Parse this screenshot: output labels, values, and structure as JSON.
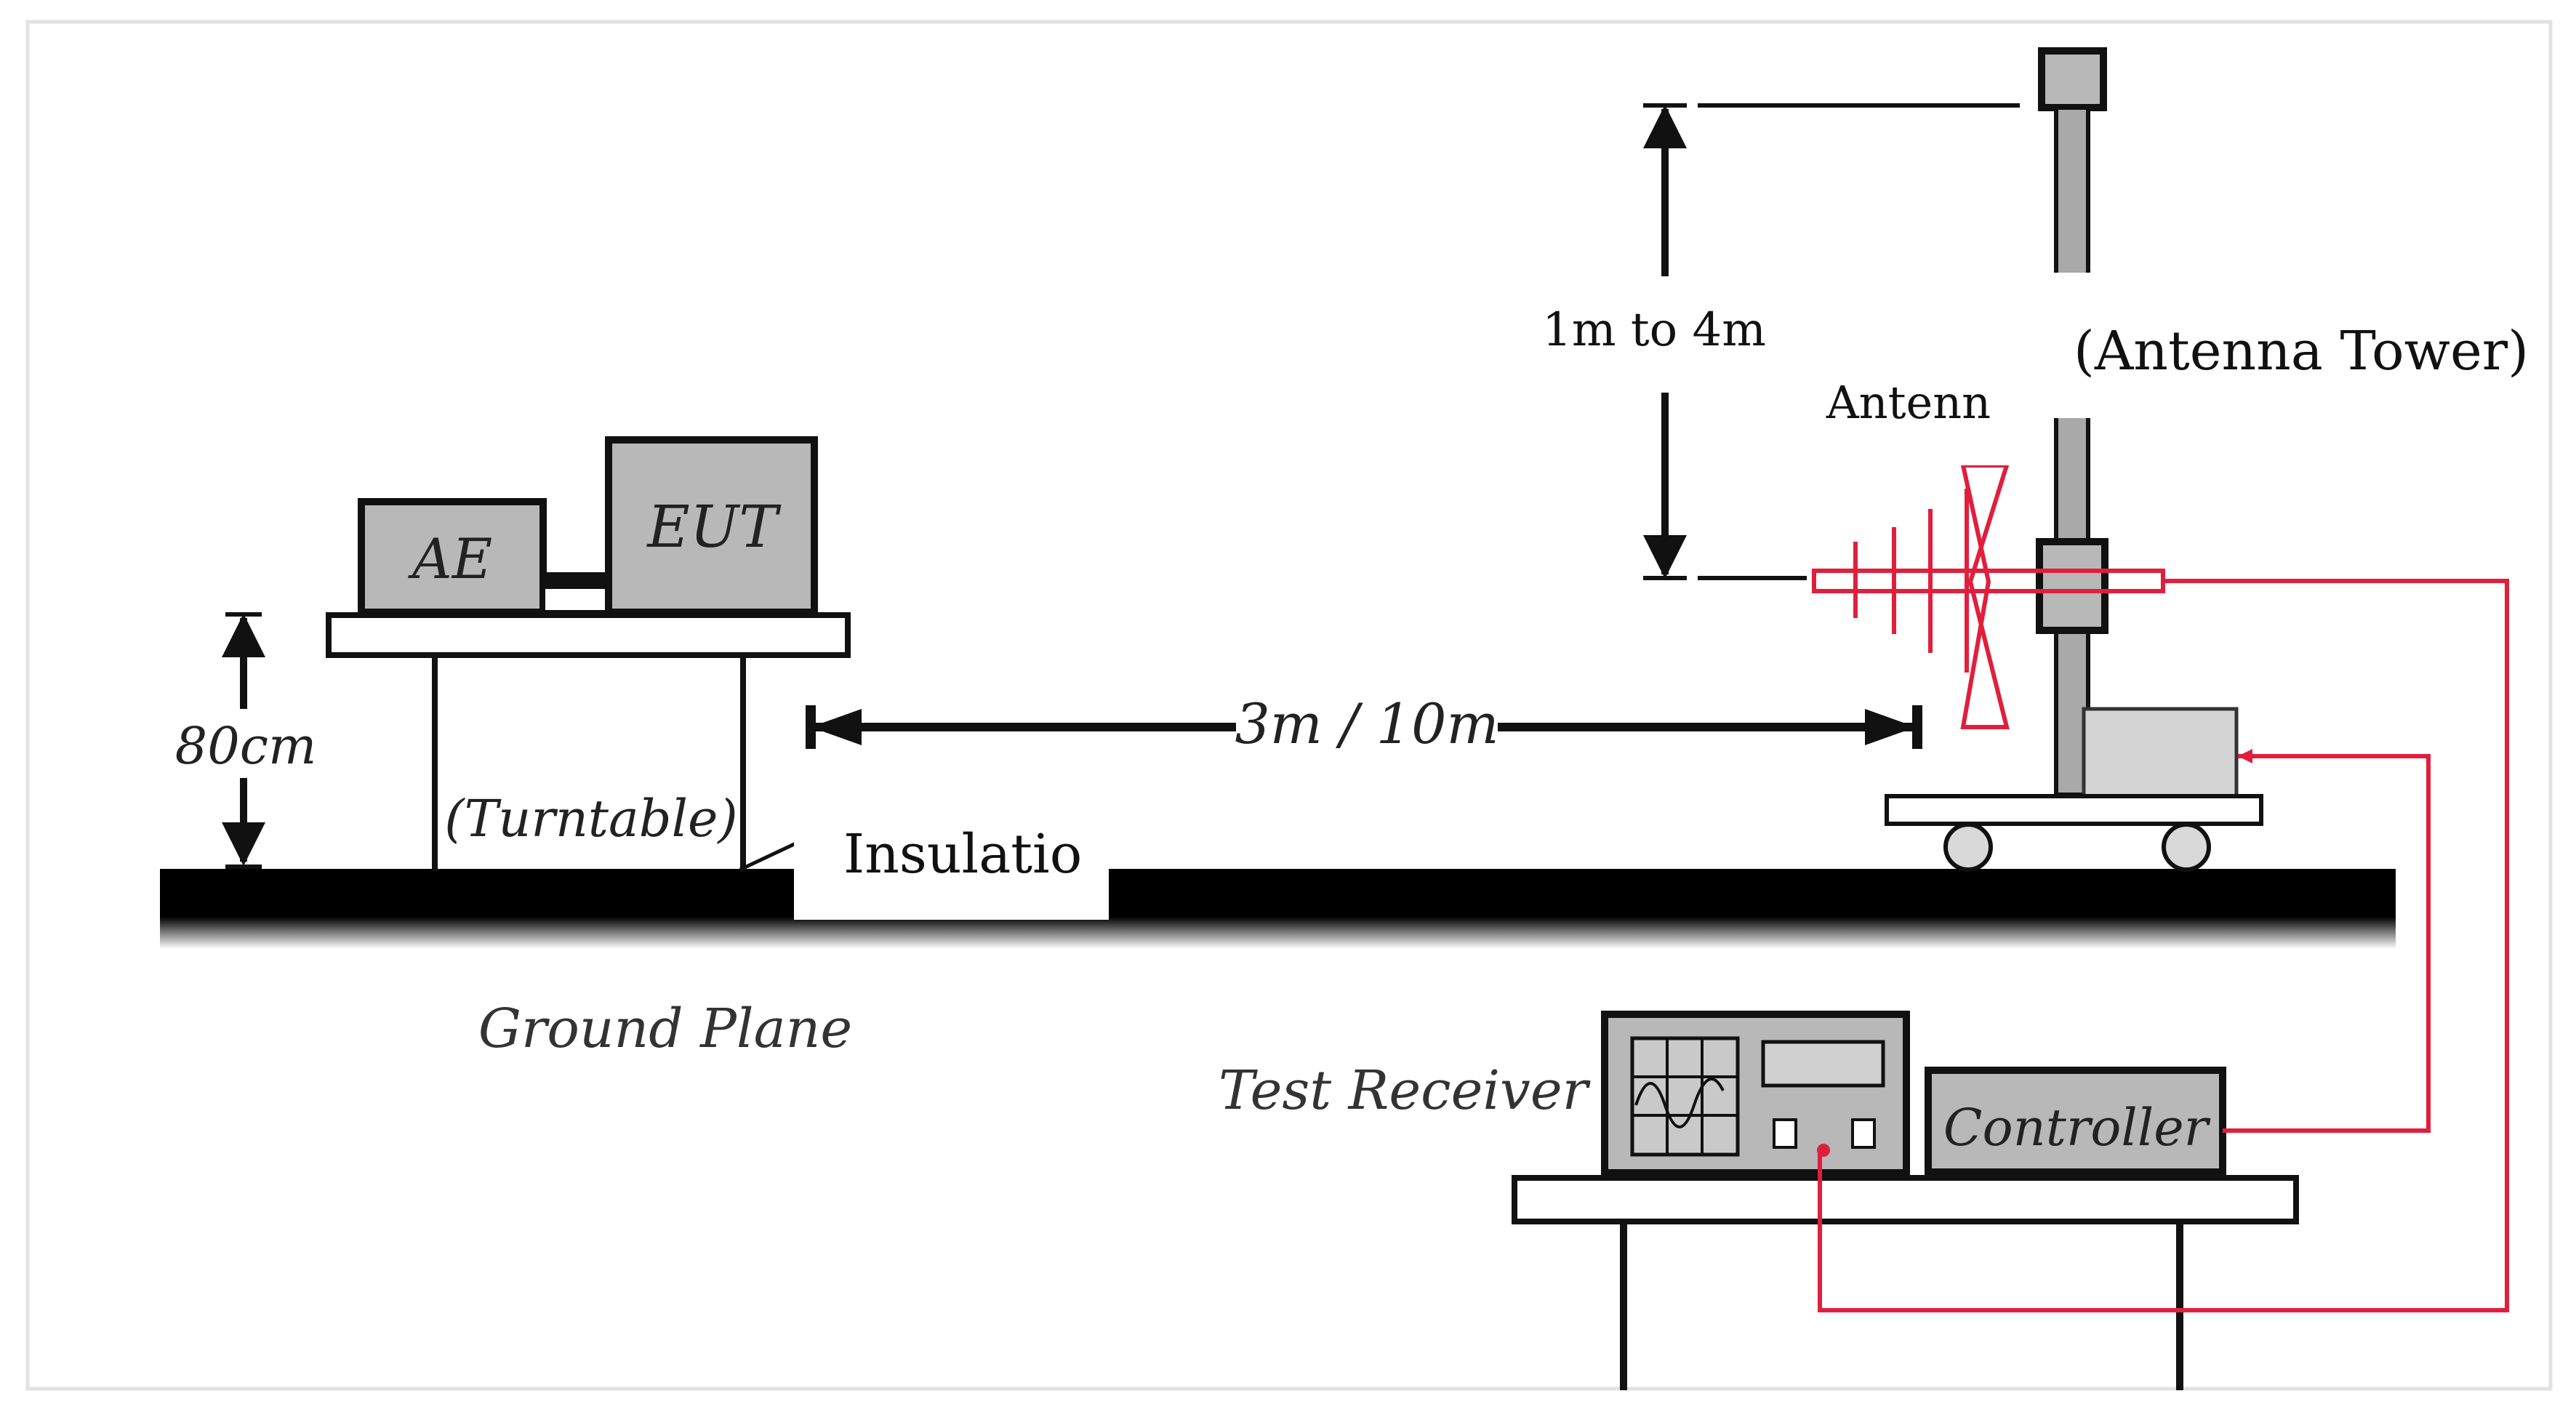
{
  "labels": {
    "ae": "AE",
    "eut": "EUT",
    "height_80": "80cm",
    "turntable": "(Turntable)",
    "insulation": "Insulatio",
    "distance": "3m / 10m",
    "height_range": "1m to 4m",
    "antenna": "Antenn",
    "antenna_tower": "(Antenna Tower)",
    "ground_plane": "Ground Plane",
    "test_receiver": "Test Receiver",
    "controller": "Controller"
  },
  "colors": {
    "equipment_fill": "#b8b8b8",
    "outline": "#111111",
    "cable_red": "#e01f3d",
    "ground": "#000000"
  }
}
